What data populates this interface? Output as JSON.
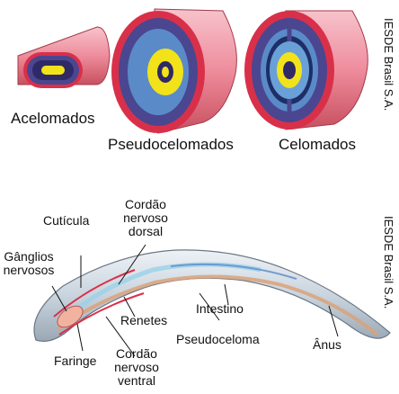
{
  "top_panel": {
    "labels": {
      "acelomados": "Acelomados",
      "pseudocelomados": "Pseudocelomados",
      "celomados": "Celomados"
    },
    "credit": "IESDE Brasil S.A."
  },
  "bottom_panel": {
    "labels": {
      "cuticula": "Cutícula",
      "cordao_dorsal": [
        "Cordão",
        "nervoso",
        "dorsal"
      ],
      "ganglios": [
        "Gânglios",
        "nervosos"
      ],
      "renetes": "Renetes",
      "intestino": "Intestino",
      "pseudoceloma": "Pseudoceloma",
      "anus": "Ânus",
      "faringe": "Faringe",
      "cordao_ventral": [
        "Cordão",
        "nervoso",
        "ventral"
      ]
    },
    "credit": "IESDE Brasil S.A."
  },
  "colors": {
    "ectoderm_purple": "#4b4690",
    "mesoderm_red": "#d9304a",
    "tube_pink": "#f2a6b3",
    "gut_yellow": "#f2e21a",
    "body_cavity_blue": "#5a8bc8",
    "worm_body": "#cfd8e0"
  }
}
